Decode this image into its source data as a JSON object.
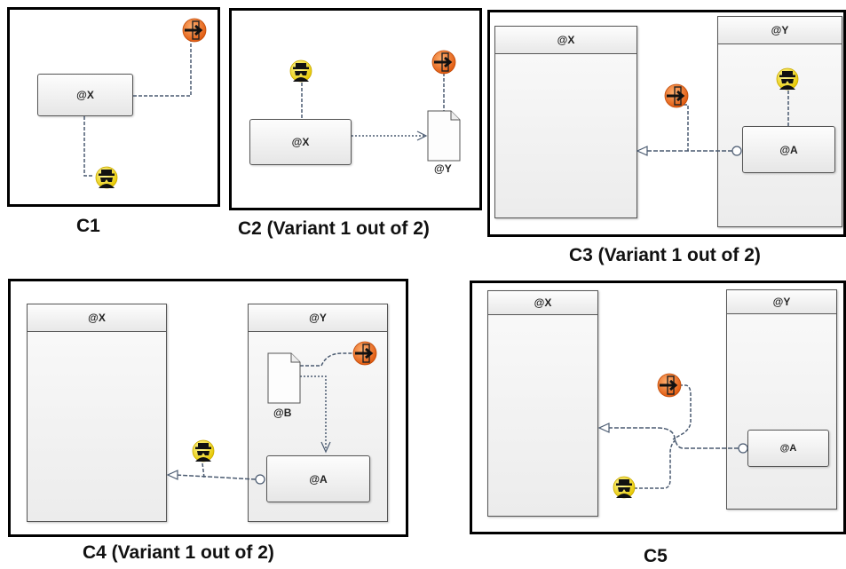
{
  "captions": {
    "c1": "C1",
    "c2": "C2 (Variant 1 out of 2)",
    "c3": "C3 (Variant 1 out of 2)",
    "c4": "C4 (Variant 1 out of 2)",
    "c5": "C5"
  },
  "c1": {
    "x_box": "@X"
  },
  "c2": {
    "x_box": "@X",
    "y_doc": "@Y"
  },
  "c3": {
    "x_class": "@X",
    "y_class": "@Y",
    "a_box": "@A"
  },
  "c4": {
    "x_class": "@X",
    "y_class": "@Y",
    "b_doc": "@B",
    "a_box": "@A"
  },
  "c5": {
    "x_class": "@X",
    "y_class": "@Y",
    "a_box": "@A"
  },
  "icons": {
    "actor": "black-hat-actor-icon",
    "exit": "orange-exit-arrow-icon"
  },
  "colors": {
    "connector": "#4a5a70",
    "actor_fill": "#ffee00",
    "exit_fill": "#f26d1d"
  }
}
